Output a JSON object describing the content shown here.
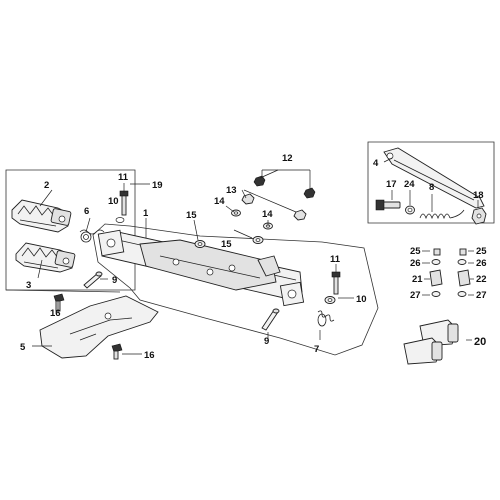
{
  "callouts": {
    "c1": "1",
    "c2": "2",
    "c3": "3",
    "c4": "4",
    "c5": "5",
    "c6": "6",
    "c7": "7",
    "c8": "8",
    "c9a": "9",
    "c9b": "9",
    "c10a": "10",
    "c10b": "10",
    "c11a": "11",
    "c11b": "11",
    "c12": "12",
    "c13": "13",
    "c14a": "14",
    "c14b": "14",
    "c15a": "15",
    "c15b": "15",
    "c16a": "16",
    "c16b": "16",
    "c17": "17",
    "c18": "18",
    "c19": "19",
    "c20": "20",
    "c21": "21",
    "c22": "22",
    "c24": "24",
    "c25a": "25",
    "c25b": "25",
    "c26a": "26",
    "c26b": "26",
    "c27a": "27",
    "c27b": "27"
  }
}
